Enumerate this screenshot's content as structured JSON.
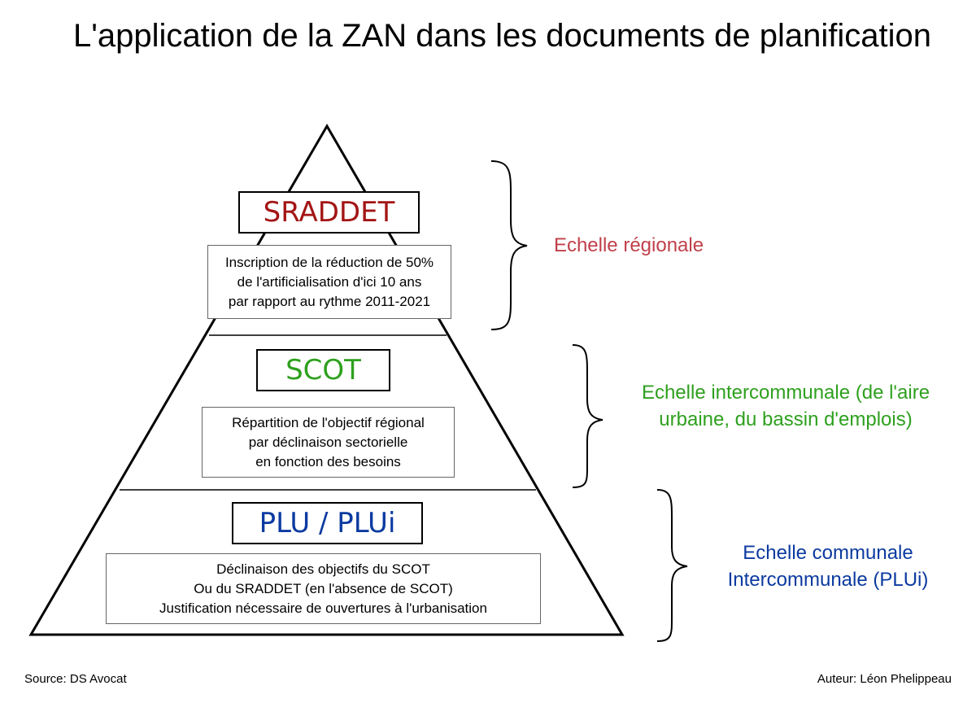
{
  "title": "L'application de la ZAN dans les documents de planification",
  "colors": {
    "sraddet": "#a31515",
    "scot": "#2ea01e",
    "plu": "#0b3aa0",
    "regional_label": "#c0404a"
  },
  "levels": [
    {
      "name": "SRADDET",
      "description": [
        "Inscription de la réduction de 50%",
        "de l'artificialisation d'ici 10 ans",
        "par rapport au rythme 2011-2021"
      ],
      "scale": [
        "Echelle régionale"
      ]
    },
    {
      "name": "SCOT",
      "description": [
        "Répartition de l'objectif régional",
        "par déclinaison sectorielle",
        "en fonction des besoins"
      ],
      "scale": [
        "Echelle intercommunale (de l'aire",
        "urbaine, du bassin d'emplois)"
      ]
    },
    {
      "name": "PLU / PLUi",
      "description": [
        "Déclinaison des objectifs du SCOT",
        "Ou du SRADDET (en l'absence de SCOT)",
        "Justification nécessaire de ouvertures à l'urbanisation"
      ],
      "scale": [
        "Echelle communale",
        "Intercommunale (PLUi)"
      ]
    }
  ],
  "footer": {
    "source": "Source: DS Avocat",
    "author": "Auteur: Léon Phelippeau"
  }
}
